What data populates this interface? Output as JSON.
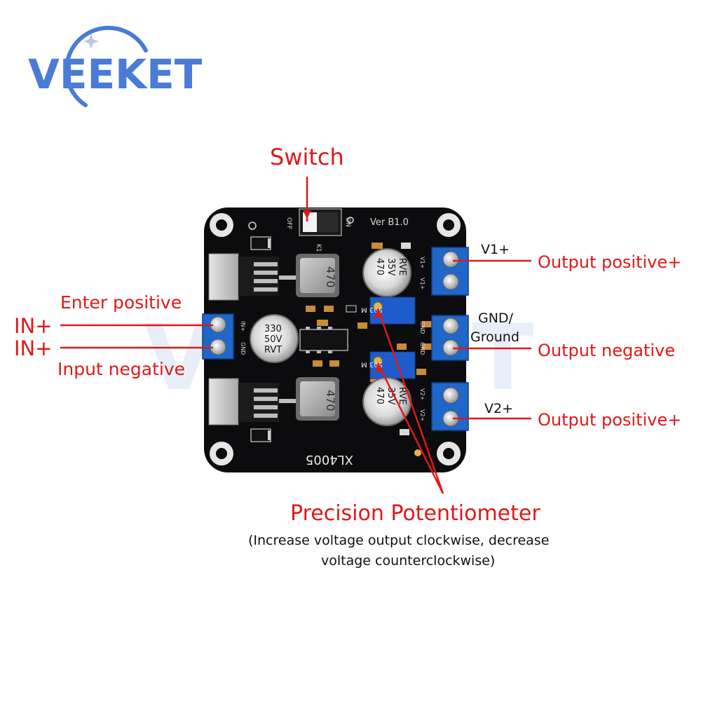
{
  "brand": {
    "logo_text": "VEEKET",
    "color": "#4a7bd6"
  },
  "colors": {
    "annotation_red": "#e01818",
    "pcb": "#0c0c0e",
    "terminal_blue": "#1f67c9",
    "pot_blue": "#1e5ccc",
    "silk": "#d8d8d8"
  },
  "labels": {
    "switch": "Switch",
    "v1_plus": "V1+",
    "output_positive_1": "Output positive+",
    "enter_positive": "Enter positive",
    "in_plus_1": "IN+",
    "in_plus_2": "IN+",
    "input_negative": "Input negative",
    "gnd_line1": "GND/",
    "gnd_line2": "Ground",
    "output_negative": "Output negative",
    "v2_plus": "V2+",
    "output_positive_2": "Output positive+",
    "pot_title": "Precision Potentiometer",
    "pot_desc_line1": "(Increase voltage output clockwise, decrease",
    "pot_desc_line2": "voltage counterclockwise)"
  },
  "board": {
    "version": "Ver B1.0",
    "chip": "XL4005",
    "switch_off": "OFF",
    "switch_on": "ON",
    "switch_ref": "K1",
    "inductor": "470",
    "cap_main": [
      "470",
      "35V",
      "RVE"
    ],
    "cap_input": [
      "330",
      "50V",
      "RVT"
    ],
    "pot_code": "503 M",
    "pin_vplus_1": "V1+",
    "pin_vplus_2": "V2+",
    "pin_gnd": "GND",
    "pin_in_plus": "IN+",
    "pin_in_gnd": "GND"
  }
}
